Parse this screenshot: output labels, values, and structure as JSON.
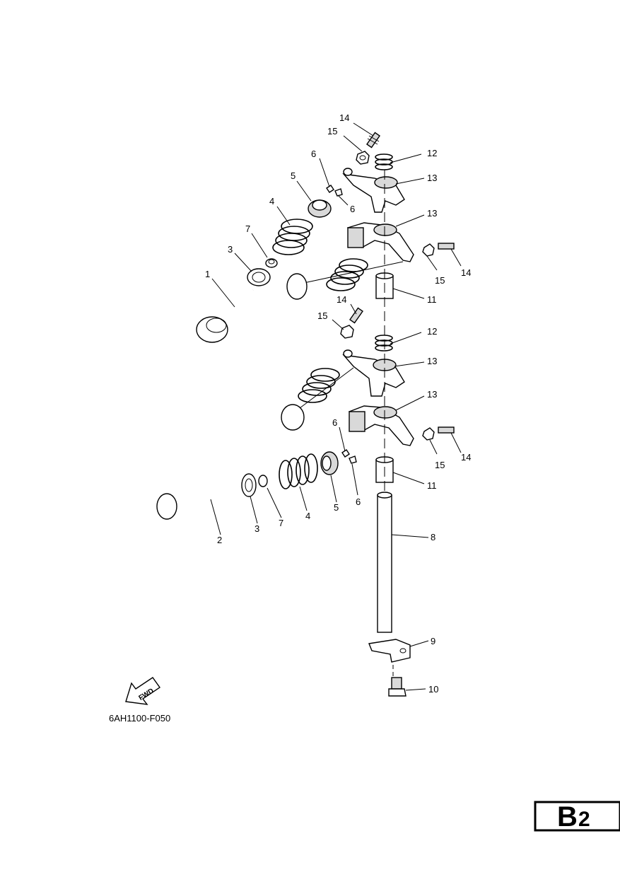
{
  "diagram": {
    "drawing_code": "6AH1100-F050",
    "fwd_label": "FWD",
    "page_badge": {
      "letter": "B",
      "number": "2"
    },
    "callouts": [
      {
        "id": "c14a",
        "text": "14"
      },
      {
        "id": "c15a",
        "text": "15"
      },
      {
        "id": "c12a",
        "text": "12"
      },
      {
        "id": "c6a",
        "text": "6"
      },
      {
        "id": "c13a",
        "text": "13"
      },
      {
        "id": "c5a",
        "text": "5"
      },
      {
        "id": "c6b",
        "text": "6"
      },
      {
        "id": "c4a",
        "text": "4"
      },
      {
        "id": "c13b",
        "text": "13"
      },
      {
        "id": "c7a",
        "text": "7"
      },
      {
        "id": "c3a",
        "text": "3"
      },
      {
        "id": "c15b",
        "text": "15"
      },
      {
        "id": "c14b",
        "text": "14"
      },
      {
        "id": "c1",
        "text": "1"
      },
      {
        "id": "c14c",
        "text": "14"
      },
      {
        "id": "c11a",
        "text": "11"
      },
      {
        "id": "c15c",
        "text": "15"
      },
      {
        "id": "c12b",
        "text": "12"
      },
      {
        "id": "c13c",
        "text": "13"
      },
      {
        "id": "c13d",
        "text": "13"
      },
      {
        "id": "c6c",
        "text": "6"
      },
      {
        "id": "c15d",
        "text": "15"
      },
      {
        "id": "c14d",
        "text": "14"
      },
      {
        "id": "c11b",
        "text": "11"
      },
      {
        "id": "c6d",
        "text": "6"
      },
      {
        "id": "c5b",
        "text": "5"
      },
      {
        "id": "c4b",
        "text": "4"
      },
      {
        "id": "c7b",
        "text": "7"
      },
      {
        "id": "c3b",
        "text": "3"
      },
      {
        "id": "c2",
        "text": "2"
      },
      {
        "id": "c8",
        "text": "8"
      },
      {
        "id": "c9",
        "text": "9"
      },
      {
        "id": "c10",
        "text": "10"
      }
    ]
  }
}
